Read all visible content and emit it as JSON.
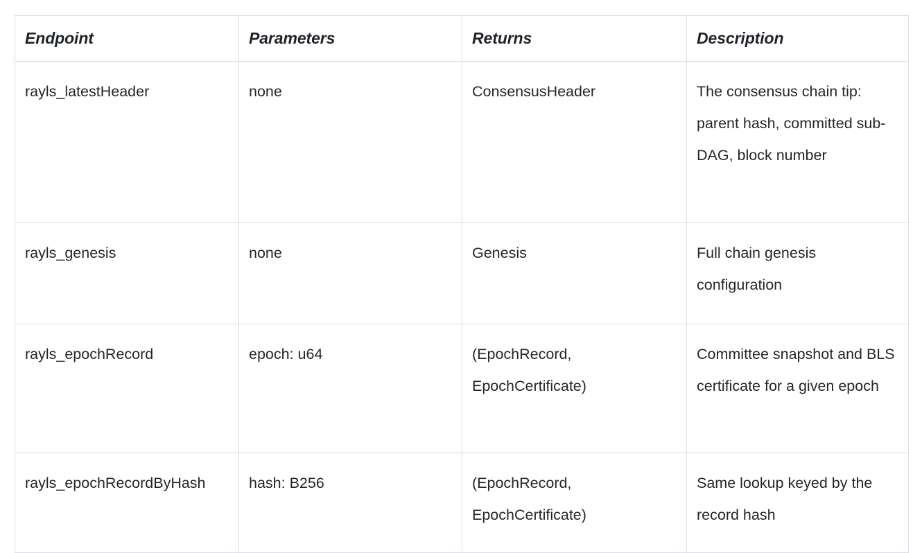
{
  "table": {
    "columns": [
      {
        "key": "endpoint",
        "label": "Endpoint"
      },
      {
        "key": "parameters",
        "label": "Parameters"
      },
      {
        "key": "returns",
        "label": "Returns"
      },
      {
        "key": "description",
        "label": "Description"
      }
    ],
    "rows": [
      {
        "endpoint": "rayls_latestHeader",
        "parameters": "none",
        "returns": "ConsensusHeader",
        "description": "The consensus chain tip: parent hash, committed sub-DAG, block number"
      },
      {
        "endpoint": "rayls_genesis",
        "parameters": "none",
        "returns": "Genesis",
        "description": "Full chain genesis configuration"
      },
      {
        "endpoint": "rayls_epochRecord",
        "parameters": "epoch: u64",
        "returns": "(EpochRecord, EpochCertificate)",
        "description": "Committee snapshot and BLS certificate for a given epoch"
      },
      {
        "endpoint": "rayls_epochRecordByHash",
        "parameters": "hash: B256",
        "returns": "(EpochRecord, EpochCertificate)",
        "description": "Same lookup keyed by the record hash"
      }
    ]
  },
  "colors": {
    "border": "#dcdee3",
    "text": "#242629",
    "header_text": "#1f2328",
    "background": "#ffffff"
  }
}
